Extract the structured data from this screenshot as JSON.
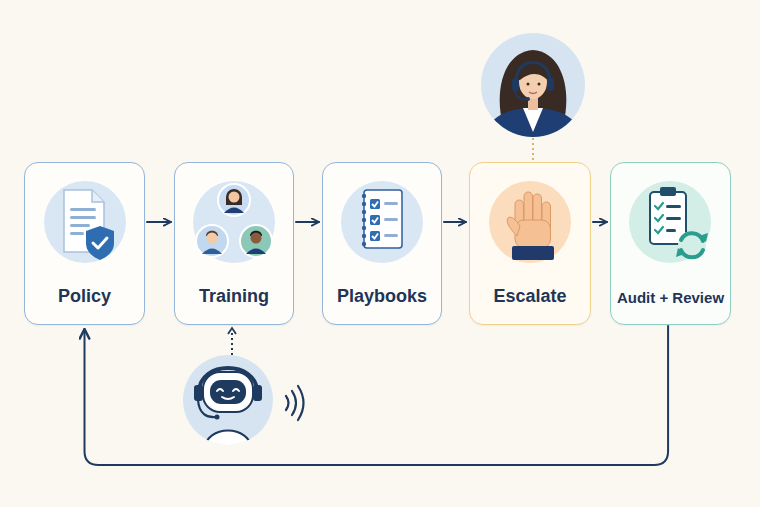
{
  "diagram": {
    "nodes": [
      {
        "text": [
          "Policy"
        ]
      },
      {
        "text": [
          "Training"
        ]
      },
      {
        "text": [
          "Playbooks"
        ]
      },
      {
        "text": [
          "Escalate"
        ]
      },
      {
        "text": [
          "Audit + Review"
        ]
      }
    ],
    "edges": [
      {
        "from": 0,
        "to": 1,
        "arrow": "to"
      },
      {
        "from": 1,
        "to": 2,
        "arrow": "to"
      },
      {
        "from": 2,
        "to": 3,
        "arrow": "to"
      },
      {
        "from": 3,
        "to": 4,
        "arrow": "to"
      },
      {
        "from": 4,
        "to": 0,
        "arrow": "to"
      }
    ]
  }
}
